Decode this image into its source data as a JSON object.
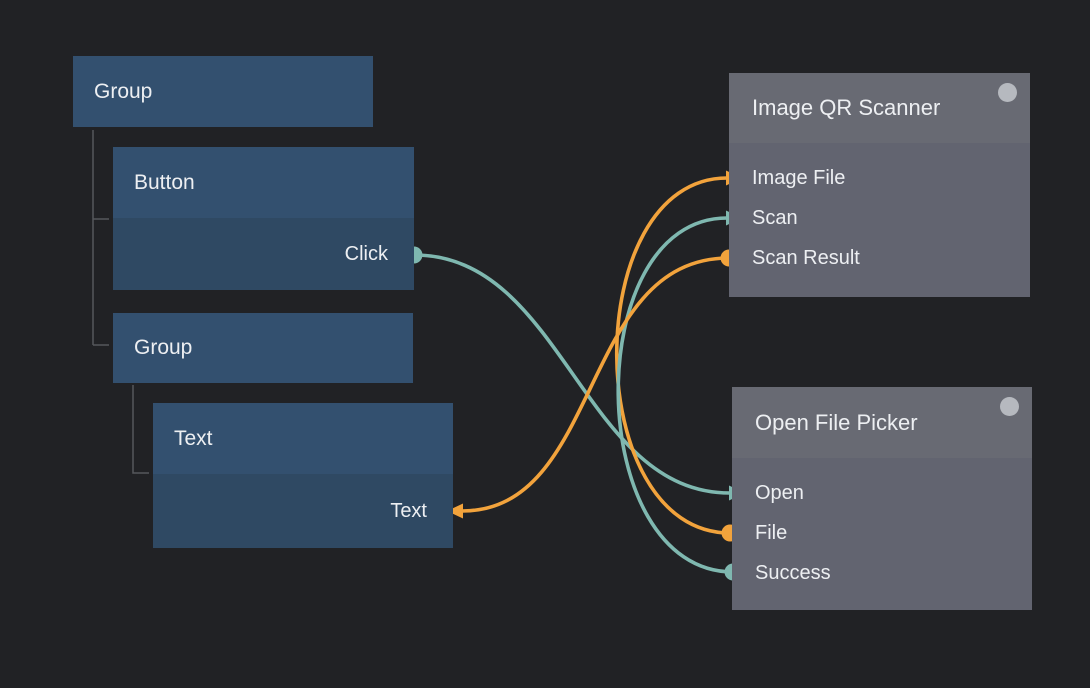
{
  "hierarchy": {
    "group1_label": "Group",
    "button_label": "Button",
    "button_port": "Click",
    "group2_label": "Group",
    "text_label": "Text",
    "text_port": "Text"
  },
  "nodes": [
    {
      "title": "Image QR Scanner",
      "ports": [
        "Image File",
        "Scan",
        "Scan Result"
      ]
    },
    {
      "title": "Open File Picker",
      "ports": [
        "Open",
        "File",
        "Success"
      ]
    }
  ],
  "connections": [
    {
      "from": "Button.Click",
      "to": "Open File Picker.Open",
      "color": "teal"
    },
    {
      "from": "Open File Picker.File",
      "to": "Image QR Scanner.Image File",
      "color": "orange"
    },
    {
      "from": "Open File Picker.Success",
      "to": "Image QR Scanner.Scan",
      "color": "teal"
    },
    {
      "from": "Image QR Scanner.Scan Result",
      "to": "Text.Text",
      "color": "orange"
    }
  ],
  "colors": {
    "teal": "#7FB8B0",
    "orange": "#F2A33C",
    "background": "#212225",
    "box_title": "#33506F",
    "box_body": "#2F4963",
    "node_header": "#686A73",
    "node_body": "#626470",
    "node_status_dot": "#B6B9BF",
    "tree_line": "#56585C"
  }
}
